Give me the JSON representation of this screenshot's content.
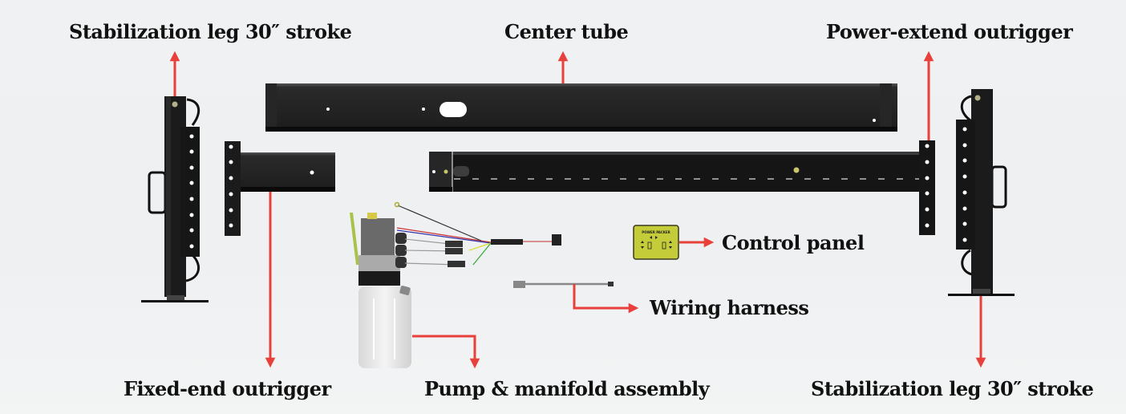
{
  "diagram": {
    "title": "Power outrigger stabilization system components",
    "accent_color": "#e8403a",
    "metal_color": "#1c1c1c",
    "panel_color": "#c5cc3a",
    "labels": {
      "stab_leg_left": "Stabilization leg 30″ stroke",
      "center_tube": "Center tube",
      "power_extend_outrigger": "Power-extend outrigger",
      "control_panel": "Control panel",
      "wiring_harness": "Wiring harness",
      "fixed_end_outrigger": "Fixed-end outrigger",
      "pump_manifold": "Pump & manifold assembly",
      "stab_leg_right": "Stabilization leg 30″ stroke"
    },
    "components": [
      {
        "id": "stab-leg-left",
        "label_key": "stab_leg_left"
      },
      {
        "id": "center-tube",
        "label_key": "center_tube"
      },
      {
        "id": "fixed-end-outrigger",
        "label_key": "fixed_end_outrigger"
      },
      {
        "id": "power-extend-outrigger",
        "label_key": "power_extend_outrigger"
      },
      {
        "id": "stab-leg-right",
        "label_key": "stab_leg_right"
      },
      {
        "id": "pump-manifold",
        "label_key": "pump_manifold"
      },
      {
        "id": "control-panel",
        "label_key": "control_panel"
      },
      {
        "id": "wiring-harness",
        "label_key": "wiring_harness"
      }
    ],
    "control_panel_brand": "POWER PACKER"
  }
}
